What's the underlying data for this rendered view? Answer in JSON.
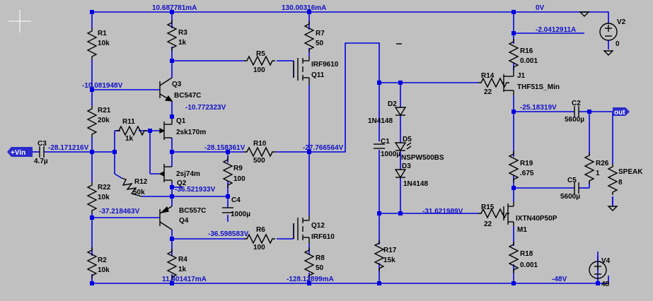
{
  "probes": {
    "top_i1": "10.687781mA",
    "top_i2": "130.00316mA",
    "top_v0": "0V",
    "i_v2": "-2.0412911A",
    "v_q3b": "-10.081948V",
    "v_q1": "-10.772323V",
    "v_in": "-28.171216V",
    "v_r10l": "-28.158361V",
    "v_mid": "-27.766564V",
    "v_q2e": "-36.521933V",
    "v_q4b": "-37.218463V",
    "v_r6": "-36.598583V",
    "v_r15": "-31.621989V",
    "v_c2": "-25.18319V",
    "bot_i1": "11.401417mA",
    "bot_i2": "-128.12899mA",
    "bot_v": "-48V"
  },
  "ports": {
    "in": "+Vin",
    "out": "out"
  },
  "components": {
    "R1": {
      "name": "R1",
      "value": "10k"
    },
    "R3": {
      "name": "R3",
      "value": "1k"
    },
    "R5": {
      "name": "R5",
      "value": "100"
    },
    "R7": {
      "name": "R7",
      "value": "50"
    },
    "Q11": {
      "name": "Q11",
      "value": "IRF9610"
    },
    "Q3": {
      "name": "Q3",
      "value": "BC547C"
    },
    "R21": {
      "name": "R21",
      "value": "20k"
    },
    "R11": {
      "name": "R11",
      "value": "1k"
    },
    "Q1": {
      "name": "Q1",
      "value": "2sk170m"
    },
    "C3": {
      "name": "C3",
      "value": "4.7µ"
    },
    "R10": {
      "name": "R10",
      "value": "500"
    },
    "R9": {
      "name": "R9",
      "value": "100"
    },
    "Q2": {
      "name": "Q2",
      "value": "2sj74m"
    },
    "R12": {
      "name": "R12",
      "value": "50k"
    },
    "R22": {
      "name": "R22",
      "value": "10k"
    },
    "C4": {
      "name": "C4",
      "value": "1000µ"
    },
    "Q4": {
      "name": "Q4",
      "value": "BC557C"
    },
    "R6": {
      "name": "R6",
      "value": "100"
    },
    "Q12": {
      "name": "Q12",
      "value": "IRF610"
    },
    "R2": {
      "name": "R2",
      "value": "10k"
    },
    "R4": {
      "name": "R4",
      "value": "1k"
    },
    "R8": {
      "name": "R8",
      "value": "50"
    },
    "D2": {
      "name": "D2",
      "value": "1N4148"
    },
    "C1": {
      "name": "C1",
      "value": "1000µ"
    },
    "D5": {
      "name": "D5",
      "value": "NSPW500BS"
    },
    "D3": {
      "name": "D3",
      "value": "1N4148"
    },
    "R17": {
      "name": "R17",
      "value": "15k"
    },
    "R16": {
      "name": "R16",
      "value": "0.001"
    },
    "R14": {
      "name": "R14",
      "value": "22"
    },
    "J1": {
      "name": "J1",
      "value": "THF51S_Min"
    },
    "C2": {
      "name": "C2",
      "value": "5600µ"
    },
    "R19": {
      "name": "R19",
      "value": ".675"
    },
    "R26": {
      "name": "R26",
      "value": "1"
    },
    "SPEAK": {
      "name": "SPEAK",
      "value": "8"
    },
    "C5": {
      "name": "C5",
      "value": "5600µ"
    },
    "R15": {
      "name": "R15",
      "value": "22"
    },
    "M1": {
      "name": "M1",
      "value": "IXTN40P50P"
    },
    "R18": {
      "name": "R18",
      "value": "0.001"
    },
    "V2": {
      "name": "V2",
      "value": "0"
    },
    "V4": {
      "name": "V4",
      "value": "48"
    }
  }
}
